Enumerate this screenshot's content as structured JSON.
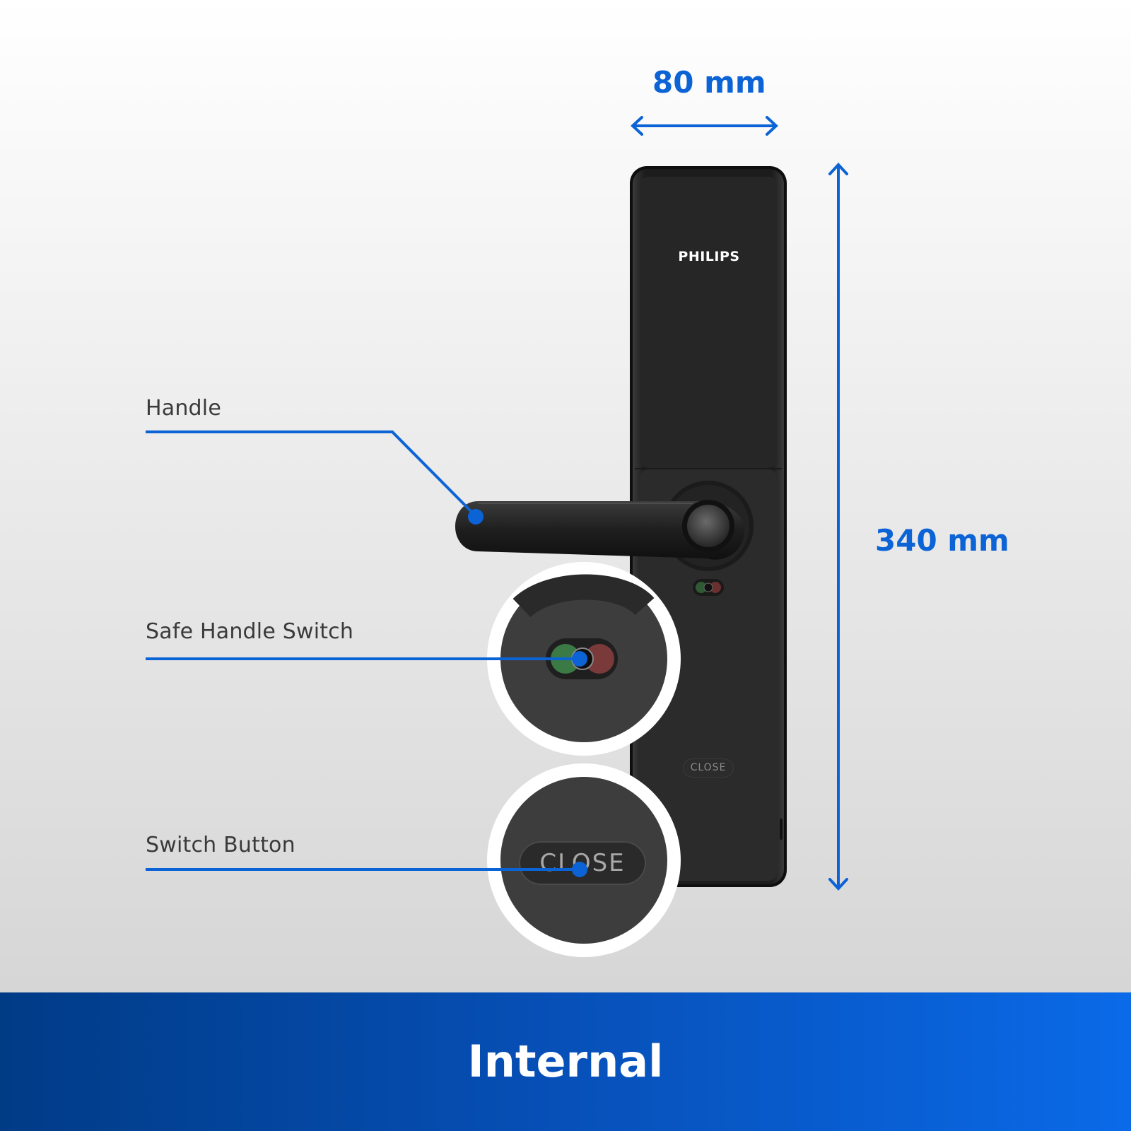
{
  "brand": "PHILIPS",
  "dimensions": {
    "width_label": "80 mm",
    "height_label": "340 mm"
  },
  "callouts": {
    "handle": "Handle",
    "safe_handle_switch": "Safe Handle Switch",
    "switch_button": "Switch Button"
  },
  "panel": {
    "close_label_small": "CLOSE",
    "close_label_zoom": "CLOSE"
  },
  "banner": {
    "title": "Internal"
  },
  "colors": {
    "accent": "#0b63d6",
    "banner_start": "#003b86",
    "banner_end": "#0a6ae8",
    "lock_body": "#1f1f1f"
  },
  "icons": [
    "horizontal-double-arrow-icon",
    "vertical-double-arrow-icon",
    "callout-dot-icon"
  ]
}
